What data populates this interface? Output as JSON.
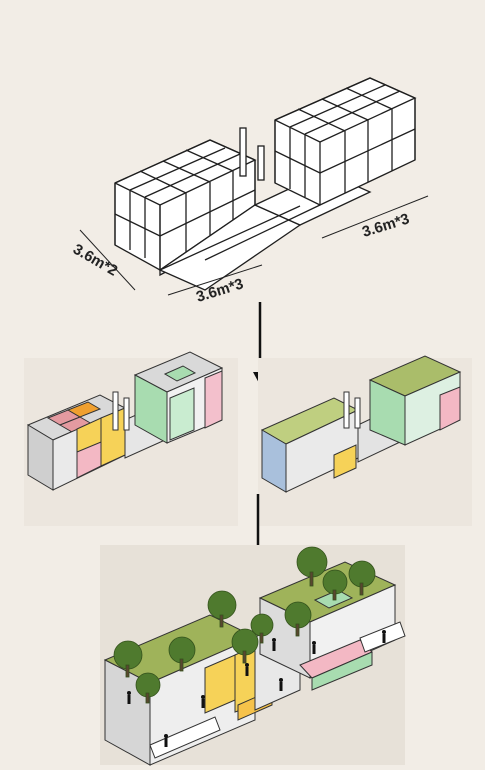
{
  "dimensions": {
    "depth_label": "3.6m*2",
    "front_left_label": "3.6m*3",
    "back_right_label": "3.6m*3"
  },
  "colors": {
    "background": "#f2ede6",
    "frame_stroke": "#1f1f1f",
    "frame_fill": "#ffffff",
    "accent_orange": "#f0a030",
    "accent_pink": "#f3b8c4",
    "accent_yellow": "#f6d258",
    "accent_green": "#a8dcb0",
    "accent_blue": "#a9c0dc",
    "roof_grass": "#9fb35a",
    "tree_green": "#4f7a2e"
  },
  "icons": [
    "arrow-down-icon",
    "tree-icon",
    "person-icon"
  ]
}
